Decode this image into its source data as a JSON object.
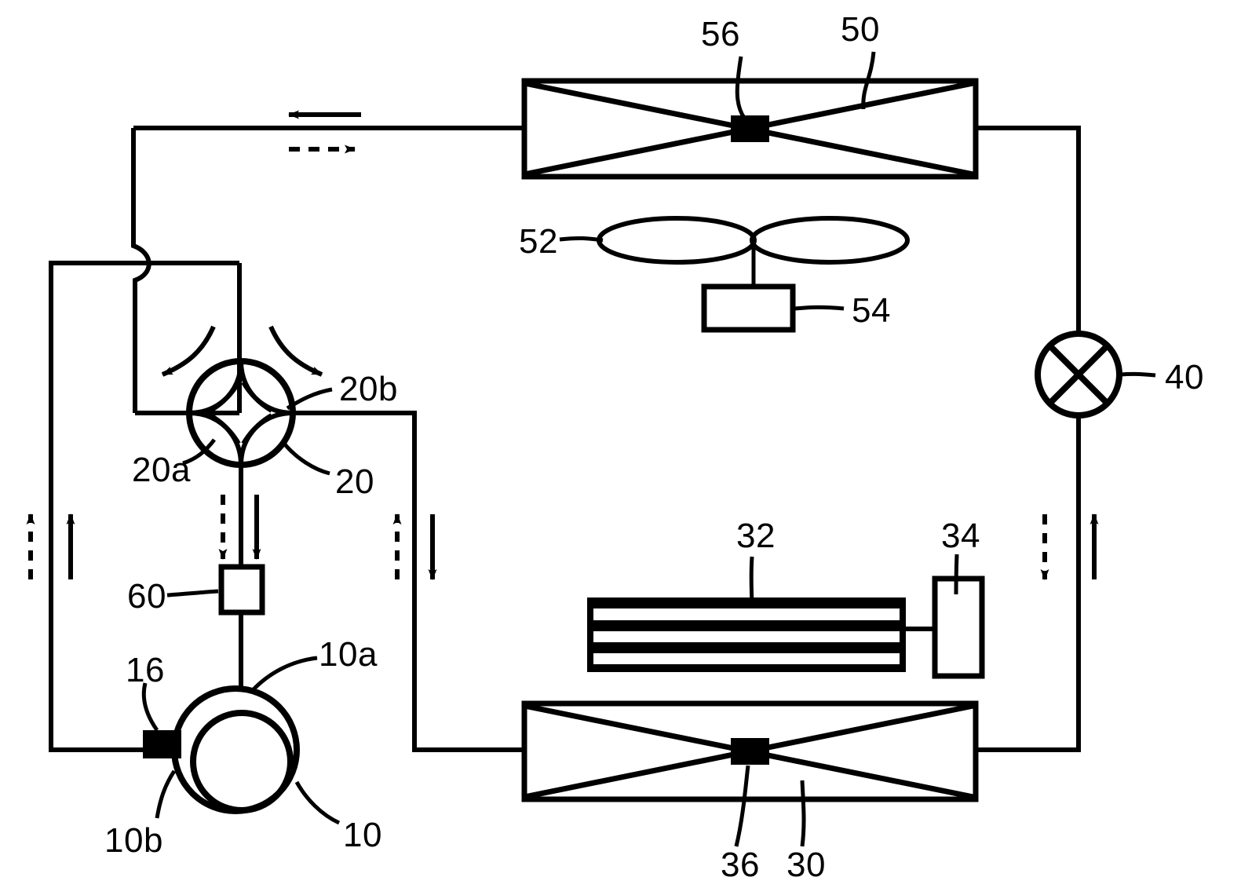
{
  "figure": {
    "title": "Refrigeration cycle schematic",
    "type": "patent-line-drawing",
    "background_color": "#ffffff",
    "line_color": "#000000"
  },
  "labels": {
    "compressor": "10",
    "compressor_discharge_port": "10a",
    "compressor_suction_port": "10b",
    "compressor_accumulator_block": "16",
    "four_way_valve": "20",
    "four_way_valve_port_a": "20a",
    "four_way_valve_port_b": "20b",
    "indoor_heat_exchanger": "30",
    "indoor_fin_stack": "32",
    "indoor_side_box": "34",
    "indoor_hx_center_block": "36",
    "expansion_valve": "40",
    "outdoor_heat_exchanger": "50",
    "outdoor_fan": "52",
    "outdoor_fan_motor": "54",
    "outdoor_hx_center_block": "56",
    "service_valve": "60"
  },
  "components": [
    {
      "id": "10",
      "name": "compressor",
      "shape": "double-circle"
    },
    {
      "id": "10a",
      "name": "compressor-discharge-port",
      "shape": "leader-label"
    },
    {
      "id": "10b",
      "name": "compressor-suction-port",
      "shape": "leader-label"
    },
    {
      "id": "16",
      "name": "suction-block",
      "shape": "filled-rectangle"
    },
    {
      "id": "20",
      "name": "four-way-valve",
      "shape": "circle-with-star"
    },
    {
      "id": "20a",
      "name": "four-way-valve-port-a",
      "shape": "leader-label"
    },
    {
      "id": "20b",
      "name": "four-way-valve-port-b",
      "shape": "leader-label"
    },
    {
      "id": "30",
      "name": "indoor-heat-exchanger",
      "shape": "rectangle-with-bowtie"
    },
    {
      "id": "32",
      "name": "indoor-fin-stack",
      "shape": "bar-stack"
    },
    {
      "id": "34",
      "name": "indoor-side-box",
      "shape": "rectangle"
    },
    {
      "id": "36",
      "name": "indoor-hx-center-block",
      "shape": "filled-rectangle"
    },
    {
      "id": "40",
      "name": "expansion-valve",
      "shape": "circle-with-x"
    },
    {
      "id": "50",
      "name": "outdoor-heat-exchanger",
      "shape": "rectangle-with-bowtie"
    },
    {
      "id": "52",
      "name": "outdoor-fan",
      "shape": "two-ellipse-blades"
    },
    {
      "id": "54",
      "name": "outdoor-fan-motor",
      "shape": "rectangle"
    },
    {
      "id": "56",
      "name": "outdoor-hx-center-block",
      "shape": "filled-rectangle"
    },
    {
      "id": "60",
      "name": "service-valve",
      "shape": "rectangle"
    }
  ],
  "flow_arrows": [
    {
      "name": "top-pipe-cooling-arrow",
      "direction": "left",
      "style": "solid"
    },
    {
      "name": "top-pipe-heating-arrow",
      "direction": "right",
      "style": "dashed"
    },
    {
      "name": "valve-swirl-arrow-left",
      "direction": "left",
      "style": "curved-solid"
    },
    {
      "name": "valve-swirl-arrow-right",
      "direction": "right",
      "style": "curved-solid"
    },
    {
      "name": "left-pipe-arrow-dashed",
      "direction": "up",
      "style": "dashed"
    },
    {
      "name": "left-pipe-arrow-solid",
      "direction": "up",
      "style": "solid"
    },
    {
      "name": "valve-down-arrow-dashed",
      "direction": "down",
      "style": "dashed"
    },
    {
      "name": "valve-down-arrow-solid",
      "direction": "down",
      "style": "solid"
    },
    {
      "name": "mid-pipe-arrow-dashed",
      "direction": "up",
      "style": "dashed"
    },
    {
      "name": "mid-pipe-arrow-solid",
      "direction": "down",
      "style": "solid"
    },
    {
      "name": "right-pipe-arrow-dashed",
      "direction": "down",
      "style": "dashed"
    },
    {
      "name": "right-pipe-arrow-solid",
      "direction": "up",
      "style": "solid"
    }
  ]
}
